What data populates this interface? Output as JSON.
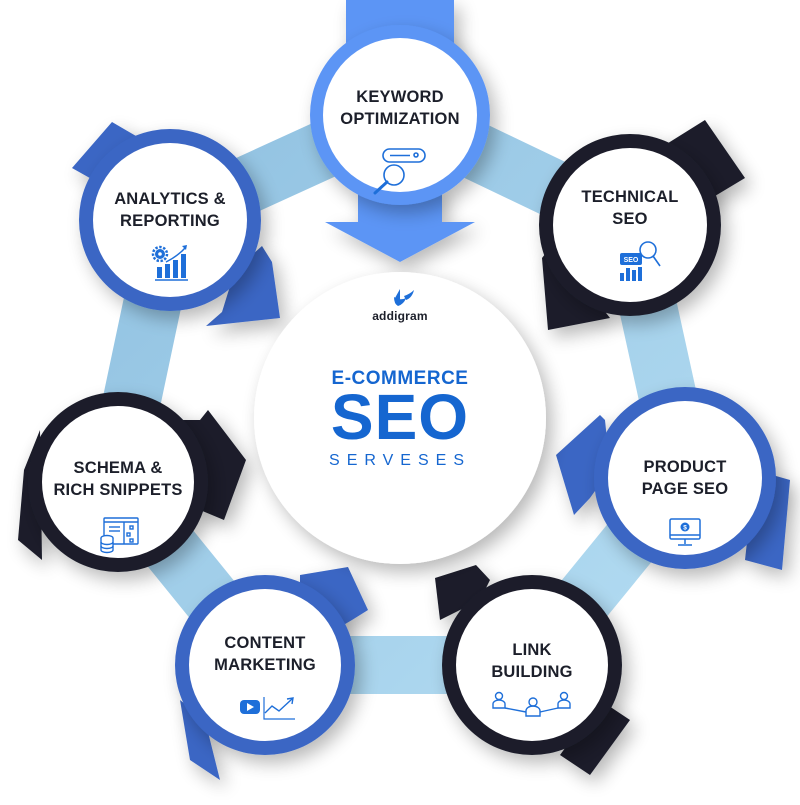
{
  "diagram": {
    "title_top": "E-COMMERCE",
    "title_main": "SEO",
    "title_sub": "SERVESES",
    "brand": {
      "name": "addigram",
      "logo_icon": "bird-logo-icon"
    },
    "colors": {
      "accent_blue": "#3a66c4",
      "light_blue_ring": "#5b95f5",
      "dark": "#1b1f2b",
      "band": "#a9d6ef",
      "title_blue": "#1566d0",
      "icon_blue": "#1e6fd9"
    },
    "nodes": [
      {
        "id": "keyword",
        "line1": "KEYWORD",
        "line2": "OPTIMIZATION",
        "icon": "search-magnifier-icon",
        "ring": "light-blue"
      },
      {
        "id": "technical",
        "line1": "TECHNICAL",
        "line2": "SEO",
        "icon": "seo-chart-magnifier-icon",
        "ring": "dark"
      },
      {
        "id": "product",
        "line1": "PRODUCT",
        "line2": "PAGE SEO",
        "icon": "monitor-dollar-icon",
        "ring": "blue"
      },
      {
        "id": "link",
        "line1": "LINK",
        "line2": "BUILDING",
        "icon": "network-users-icon",
        "ring": "dark"
      },
      {
        "id": "content",
        "line1": "CONTENT",
        "line2": "MARKETING",
        "icon": "video-trend-icon",
        "ring": "blue"
      },
      {
        "id": "schema",
        "line1": "SCHEMA &",
        "line2": "RICH SNIPPETS",
        "icon": "database-sitemap-icon",
        "ring": "dark"
      },
      {
        "id": "analytics",
        "line1": "ANALYTICS &",
        "line2": "REPORTING",
        "icon": "gear-growth-chart-icon",
        "ring": "blue"
      }
    ]
  }
}
